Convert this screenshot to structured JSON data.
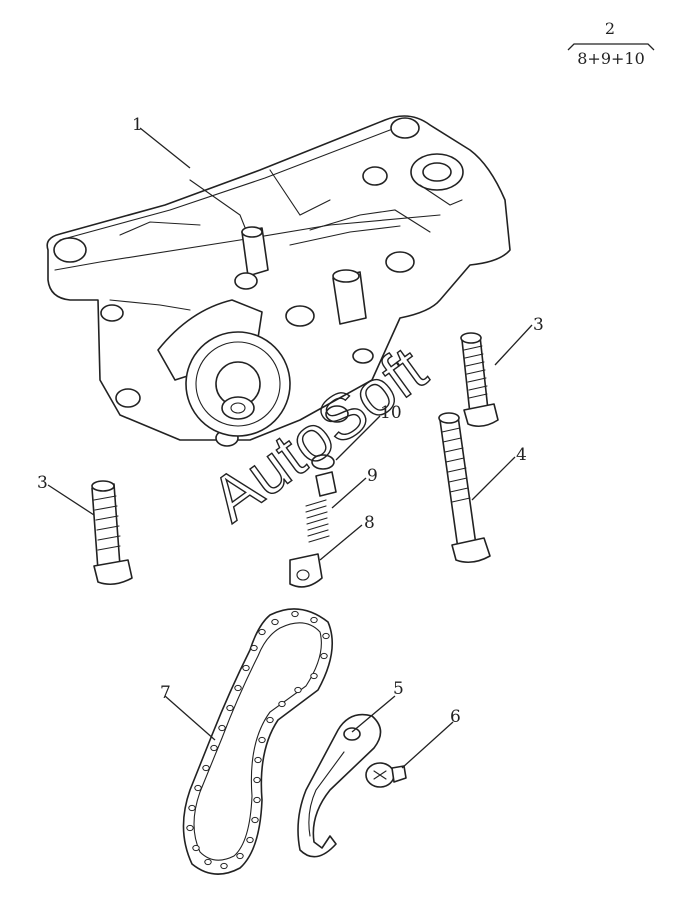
{
  "group_label": {
    "top": "2",
    "bottom": "8+9+10"
  },
  "callouts": [
    {
      "id": "1",
      "text": "1"
    },
    {
      "id": "3a",
      "text": "3"
    },
    {
      "id": "3b",
      "text": "3"
    },
    {
      "id": "4",
      "text": "4"
    },
    {
      "id": "5",
      "text": "5"
    },
    {
      "id": "6",
      "text": "6"
    },
    {
      "id": "7",
      "text": "7"
    },
    {
      "id": "8",
      "text": "8"
    },
    {
      "id": "9",
      "text": "9"
    },
    {
      "id": "10",
      "text": "10"
    }
  ],
  "watermark": "AutoSoft"
}
